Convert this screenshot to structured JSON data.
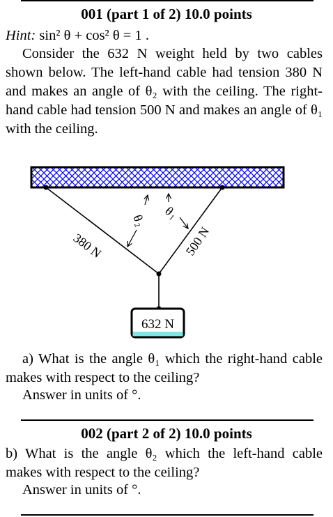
{
  "part1": {
    "heading": "001 (part 1 of 2) 10.0 points",
    "hint_label": "Hint:",
    "hint_formula": "sin² θ + cos² θ = 1 .",
    "problem": "Consider the 632 N weight held by two cables shown below. The left-hand cable had tension 380 N and makes an angle of θ₂ with the ceiling. The right-hand cable had tension 500 N and makes an angle of θ₁ with the ceiling.",
    "question": "a) What is the angle θ₁ which the right-hand cable makes with respect to the ceiling?",
    "answer_units": "Answer in units of °."
  },
  "figure": {
    "left_cable_label": "380 N",
    "right_cable_label": "500 N",
    "weight_label": "632 N",
    "theta1_label": "θ₁",
    "theta2_label": "θ₂",
    "colors": {
      "weight_fill": "#7fe6e6",
      "ceiling_hatch": "#0000ff",
      "line": "#000000"
    }
  },
  "part2": {
    "heading": "002 (part 2 of 2) 10.0 points",
    "question": "b) What is the angle θ₂ which the left-hand cable makes with respect to the ceiling?",
    "answer_units": "Answer in units of °."
  }
}
